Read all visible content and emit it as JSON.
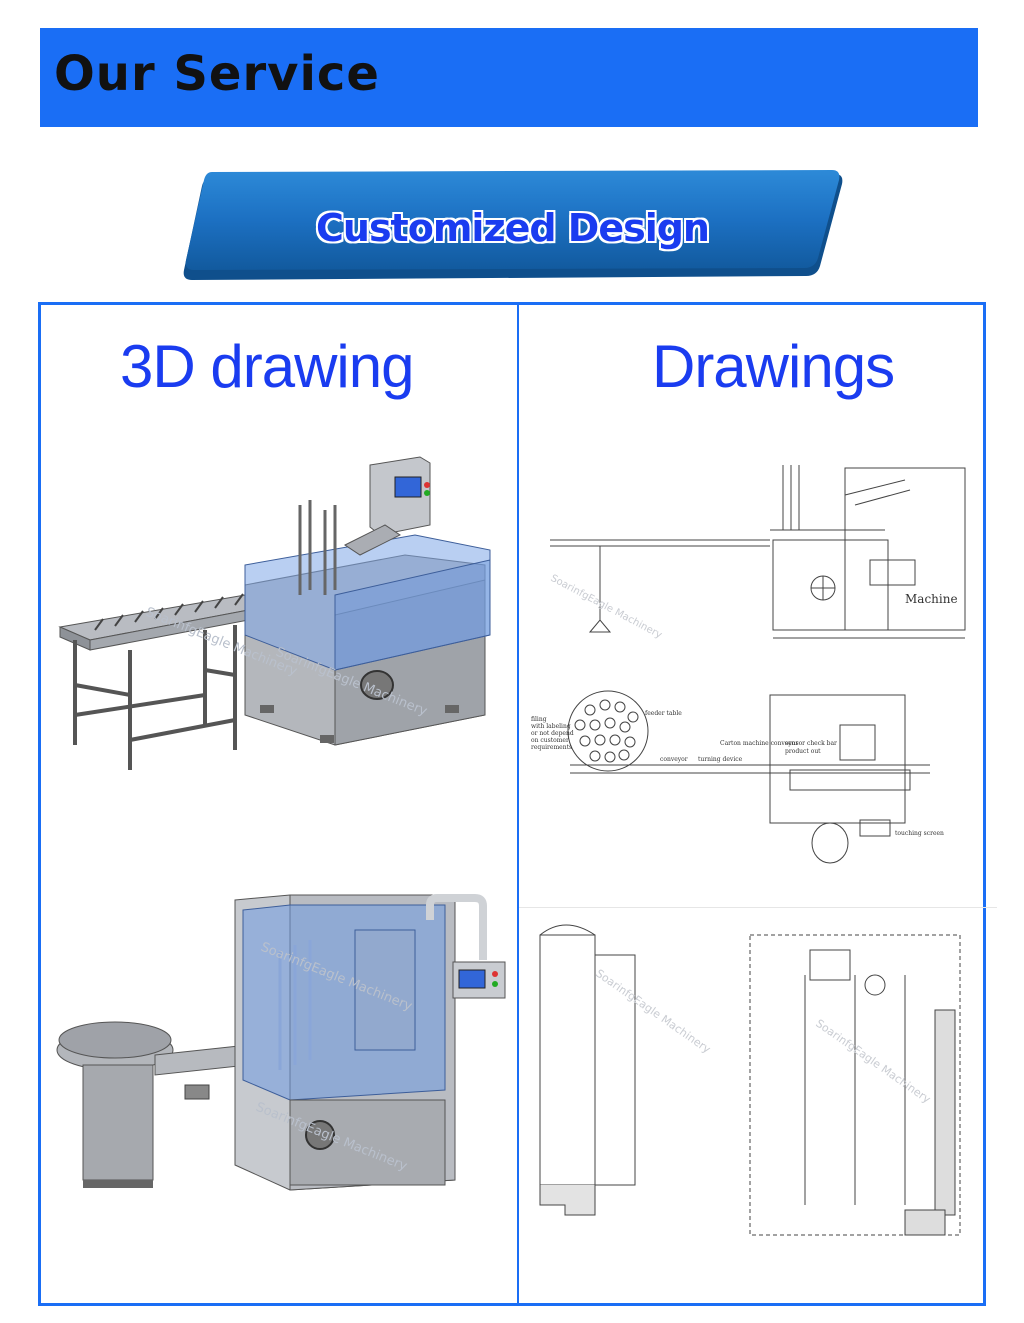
{
  "header": {
    "title": "Our Service"
  },
  "banner": {
    "label": "Customized Design"
  },
  "columns": {
    "left": {
      "title": "3D drawing"
    },
    "right": {
      "title": "Drawings"
    }
  },
  "drawings": {
    "side_view_label": "Machine",
    "layout_labels": {
      "feeder": "feeder table",
      "conveyor": "conveyor",
      "turning": "turning device",
      "carton_conveyor": "Carton machine conveyor",
      "sensor": "sensor check bar",
      "product_out": "product out",
      "screen": "touching screen",
      "note_line1": "filing",
      "note_line2": "with labeling",
      "note_line3": "or not depend",
      "note_line4": "on customer",
      "note_line5": "requirements"
    }
  },
  "watermark": "SoarinfgEagle Machinery",
  "colors": {
    "brand_blue": "#1a6ef5",
    "title_blue": "#1a3cf0",
    "banner_dark": "#1463a8",
    "banner_light": "#2a86d6"
  }
}
